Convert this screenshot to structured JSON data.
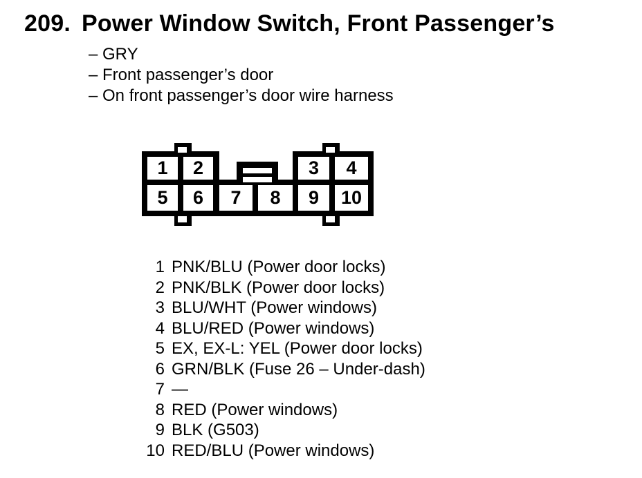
{
  "page": {
    "background": "#ffffff",
    "text_color": "#000000"
  },
  "header": {
    "number": "209.",
    "title": "Power Window Switch, Front Passenger’s"
  },
  "details": [
    "– GRY",
    "– Front passenger’s door",
    "– On front passenger’s door wire harness"
  ],
  "connector": {
    "description": "10-cavity connector, top view",
    "pins": [
      "1",
      "2",
      "3",
      "4",
      "5",
      "6",
      "7",
      "8",
      "9",
      "10"
    ]
  },
  "pinout": [
    {
      "pin": "1",
      "desc": "PNK/BLU (Power door locks)"
    },
    {
      "pin": "2",
      "desc": "PNK/BLK (Power door locks)"
    },
    {
      "pin": "3",
      "desc": "BLU/WHT (Power windows)"
    },
    {
      "pin": "4",
      "desc": "BLU/RED (Power windows)"
    },
    {
      "pin": "5",
      "desc": "EX, EX-L: YEL (Power door locks)"
    },
    {
      "pin": "6",
      "desc": "GRN/BLK (Fuse 26 – Under-dash)"
    },
    {
      "pin": "7",
      "desc": "—"
    },
    {
      "pin": "8",
      "desc": "RED (Power windows)"
    },
    {
      "pin": "9",
      "desc": "BLK (G503)"
    },
    {
      "pin": "10",
      "desc": "RED/BLU (Power windows)"
    }
  ]
}
